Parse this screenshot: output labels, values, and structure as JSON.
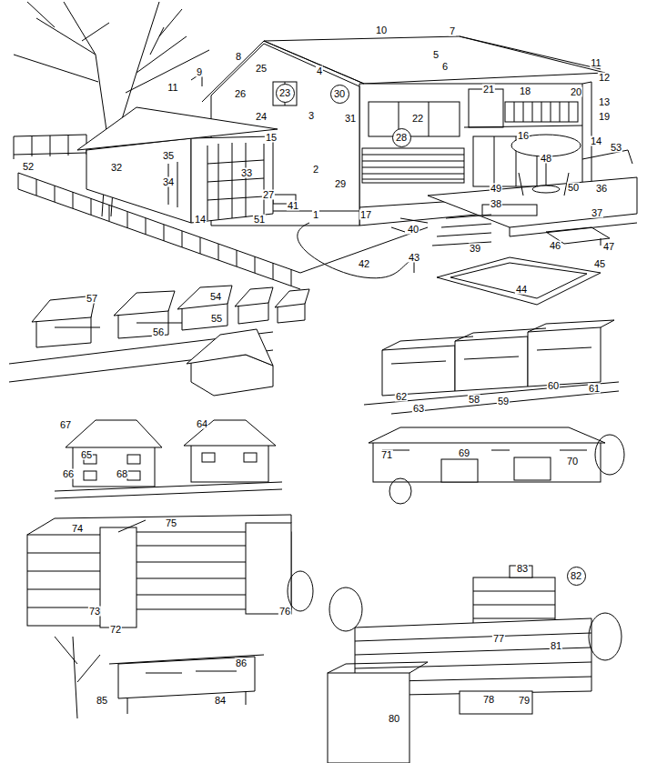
{
  "diagram": {
    "nodes": [
      {
        "text": [
          "23"
        ]
      },
      {
        "text": [
          "30"
        ]
      },
      {
        "text": [
          "28"
        ]
      },
      {
        "text": [
          "82"
        ]
      }
    ],
    "labels": [
      "10",
      "7",
      "8",
      "5",
      "9",
      "25",
      "4",
      "6",
      "11",
      "12",
      "11",
      "21",
      "18",
      "20",
      "26",
      "13",
      "3",
      "31",
      "22",
      "24",
      "19",
      "16",
      "15",
      "14",
      "53",
      "35",
      "48",
      "52",
      "32",
      "2",
      "33",
      "34",
      "29",
      "49",
      "50",
      "36",
      "27",
      "38",
      "41",
      "1",
      "17",
      "37",
      "14",
      "51",
      "40",
      "39",
      "46",
      "47",
      "43",
      "42",
      "45",
      "44",
      "57",
      "54",
      "55",
      "56",
      "60",
      "61",
      "62",
      "58",
      "59",
      "63",
      "67",
      "64",
      "65",
      "69",
      "71",
      "70",
      "66",
      "68",
      "75",
      "74",
      "83",
      "73",
      "76",
      "72",
      "77",
      "81",
      "86",
      "78",
      "79",
      "85",
      "84",
      "80"
    ]
  }
}
